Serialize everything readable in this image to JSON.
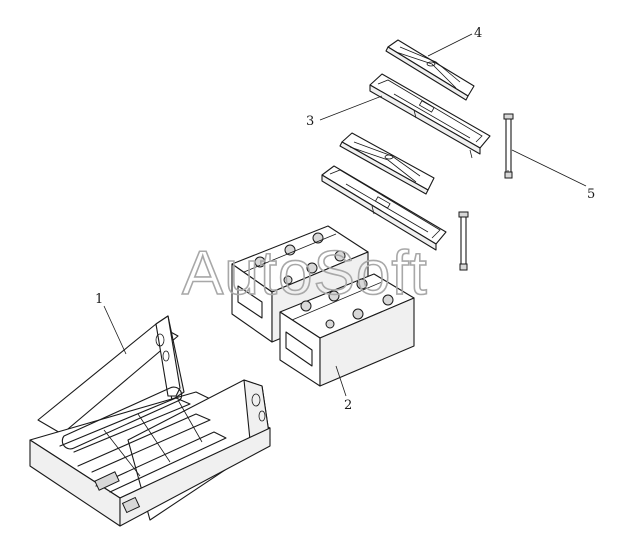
{
  "watermark": "AutoSoft",
  "callouts": [
    {
      "label": "1"
    },
    {
      "label": "2"
    },
    {
      "label": "3"
    },
    {
      "label": "4"
    },
    {
      "label": "5"
    }
  ]
}
